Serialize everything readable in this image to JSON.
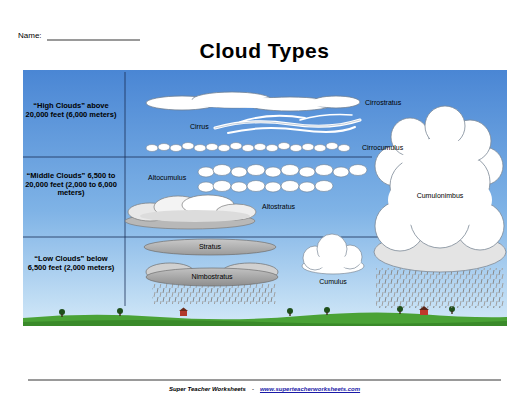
{
  "diagram": {
    "title": "Cloud Types",
    "labels": [
      "Name:",
      "“High Clouds” above 20,000 feet (6,000 meters)",
      "“Middle Clouds” 6,500 to 20,000 feet (2,000 to 6,000 meters)",
      "“Low Clouds” below 6,500 feet (2,000 meters)",
      "Cirrostratus",
      "Cirrus",
      "Cirrocumulus",
      "Altocumulus",
      "Altostratus",
      "Cumulonimbus",
      "Stratus",
      "Cumulus",
      "Nimbostratus",
      "Super Teacher Worksheets",
      "-",
      "www.superteacherworksheets.com"
    ]
  }
}
